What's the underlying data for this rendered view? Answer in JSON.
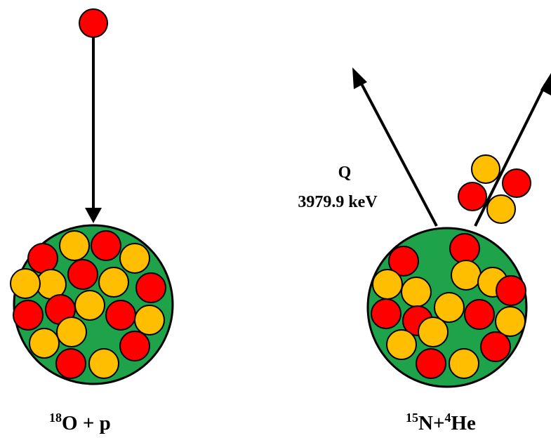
{
  "colors": {
    "nucleus_fill": "#1fa34a",
    "proton": "#ff0000",
    "neutron": "#ffbf00",
    "outline": "#000000",
    "arrow": "#000000"
  },
  "left": {
    "label": {
      "mass_number": "18",
      "element": "O",
      "rest": " + p"
    }
  },
  "right": {
    "q_label": "Q",
    "energy_label": "3979.9 keV",
    "label": {
      "mass_number_1": "15",
      "element_1": "N",
      "plus": "+",
      "mass_number_2": "4",
      "element_2": "He"
    }
  }
}
